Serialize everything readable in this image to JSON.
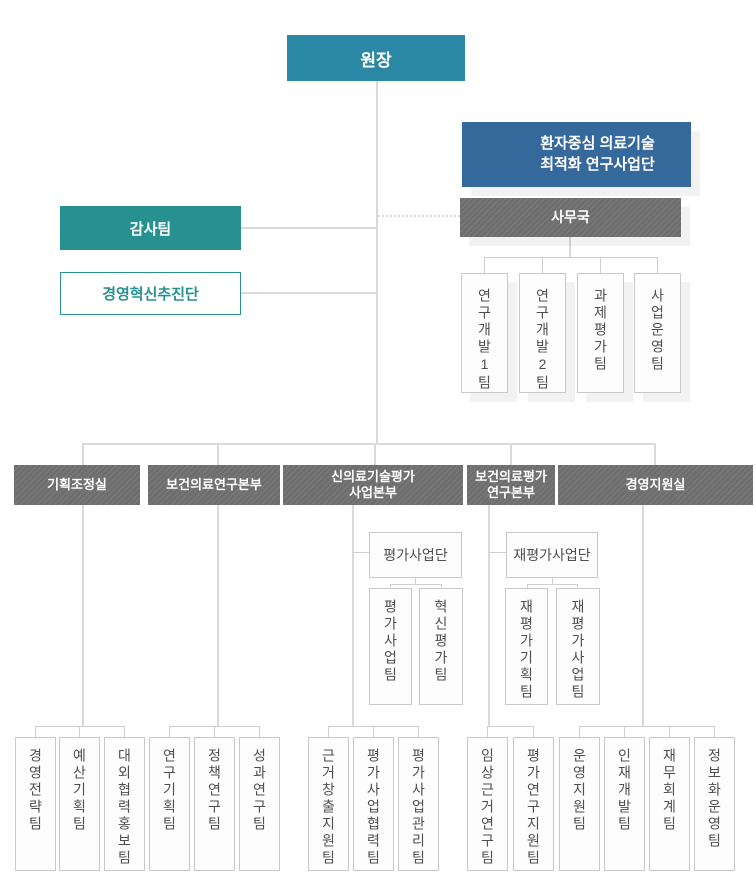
{
  "chart": {
    "type": "org-chart",
    "president": "원장",
    "special_division": {
      "line1": "환자중심 의료기술",
      "line2": "최적화 연구사업단"
    },
    "audit_team": "감사팀",
    "innovation_group": "경영혁신추진단",
    "secretariat": {
      "label": "사무국",
      "teams": [
        "연구개발1팀",
        "연구개발2팀",
        "과제평가팀",
        "사업운영팀"
      ]
    },
    "departments": [
      {
        "label": "기획조정실",
        "teams": [
          "경영전략팀",
          "예산기획팀",
          "대외협력홍보팀"
        ]
      },
      {
        "label": "보건의료연구본부",
        "teams": [
          "연구기획팀",
          "정책연구팀",
          "성과연구팀"
        ]
      },
      {
        "label_line1": "신의료기술평가",
        "label_line2": "사업본부",
        "subgroup": {
          "label": "평가사업단",
          "teams": [
            "평가사업팀",
            "혁신평가팀"
          ]
        },
        "teams": [
          "근거창출지원팀",
          "평가사업협력팀",
          "평가사업관리팀"
        ]
      },
      {
        "label_line1": "보건의료평가",
        "label_line2": "연구본부",
        "subgroup": {
          "label": "재평가사업단",
          "teams": [
            "재평가기획팀",
            "재평가사업팀"
          ]
        },
        "teams": [
          "임상근거연구팀",
          "평가연구지원팀"
        ]
      },
      {
        "label": "경영지원실",
        "teams": [
          "운영지원팀",
          "인재개발팀",
          "재무회계팀",
          "정보화운영팀"
        ]
      }
    ],
    "colors": {
      "president_teal": "#2a88a4",
      "audit_teal": "#27918f",
      "division_blue": "#35699b",
      "department_gray": "#6e6e6e",
      "connector_gray": "#dadada"
    }
  }
}
